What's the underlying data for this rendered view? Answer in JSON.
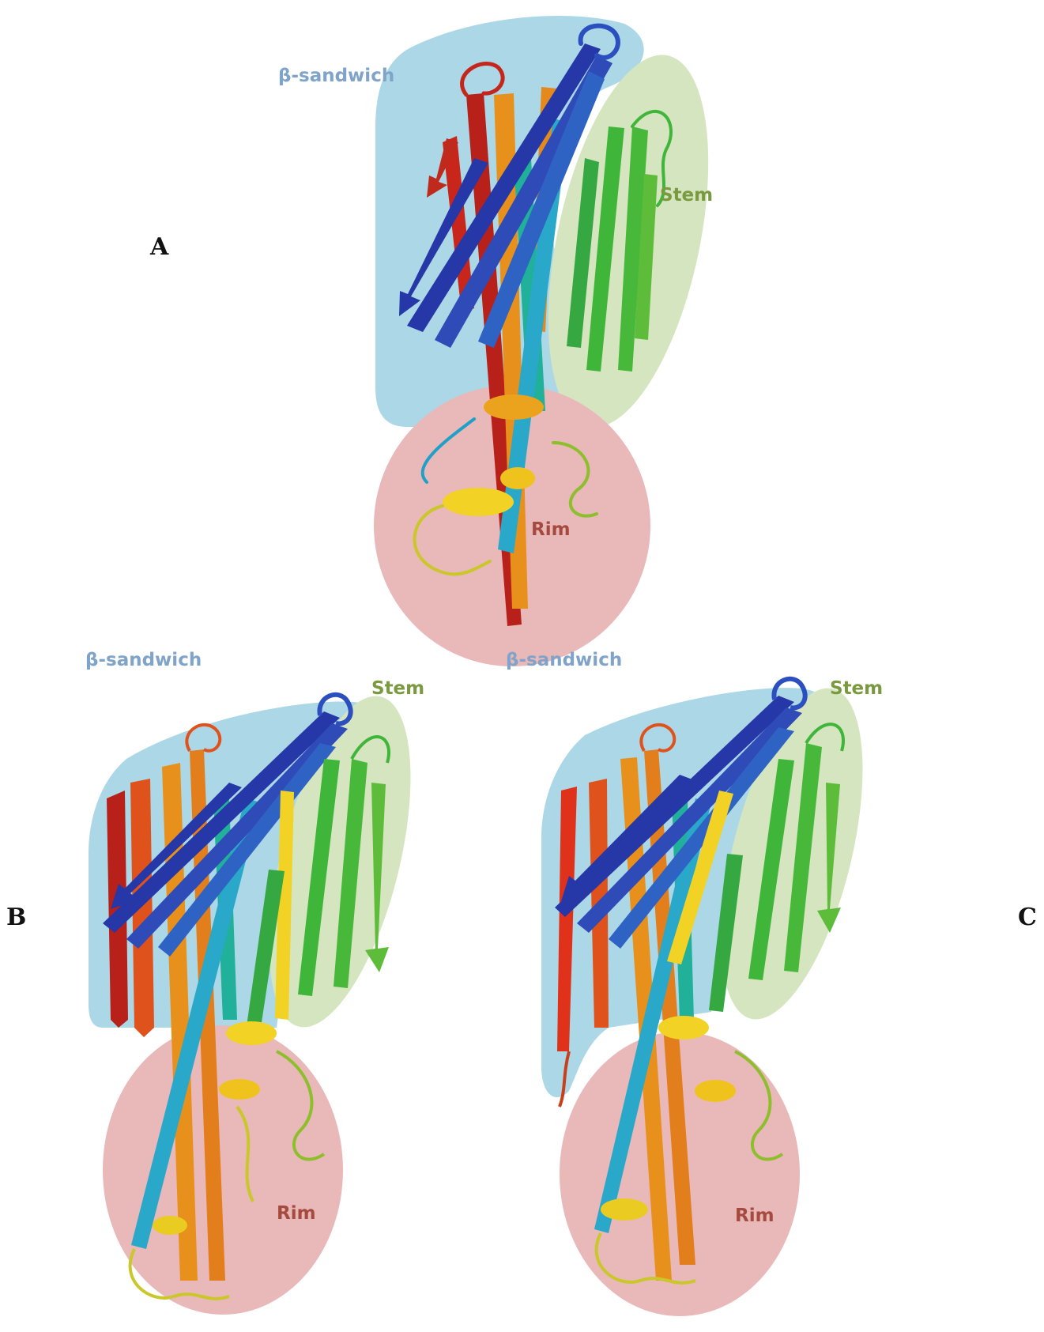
{
  "figure": {
    "panels": [
      {
        "id": "A",
        "letter": "A",
        "sandwich_label": "β-sandwich",
        "stem_label": "Stem",
        "rim_label": "Rim"
      },
      {
        "id": "B",
        "letter": "B",
        "sandwich_label": "β-sandwich",
        "stem_label": "Stem",
        "rim_label": "Rim"
      },
      {
        "id": "C",
        "letter": "C",
        "sandwich_label": "β-sandwich",
        "stem_label": "Stem",
        "rim_label": "Rim"
      }
    ]
  },
  "colors": {
    "sandwich_region": "#acd7e7",
    "stem_region": "#d5e5bf",
    "rim_region": "#e9b8b8",
    "sandwich_text": "#7fa3c9",
    "stem_text": "#7a9a3f",
    "rim_text": "#a54a3f",
    "strand_blue_dark": "#2638a8",
    "strand_blue": "#2e63c4",
    "strand_cyan": "#29a8c9",
    "strand_teal": "#21b09a",
    "strand_green": "#3fb53a",
    "strand_green_light": "#7bc63a",
    "strand_yellow": "#f2d224",
    "strand_orange": "#e8901c",
    "strand_red_orange": "#e0521b",
    "strand_red": "#b8201a"
  }
}
